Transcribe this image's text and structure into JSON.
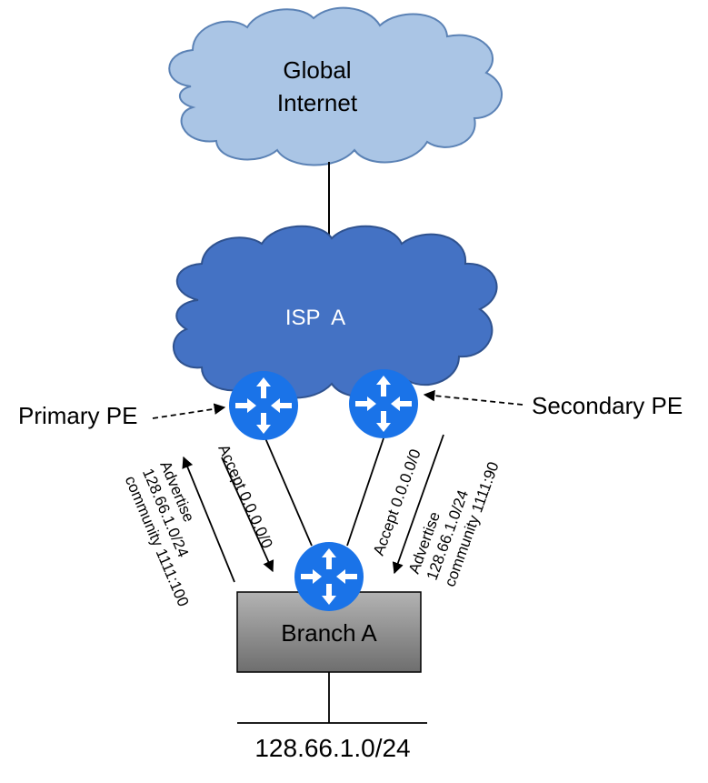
{
  "clouds": {
    "global": {
      "line1": "Global",
      "line2": "Internet",
      "fill": "#aac5e5",
      "stroke": "#5b82b5"
    },
    "isp": {
      "label": "ISP  A",
      "fill": "#4472c4",
      "stroke": "#2f528f"
    }
  },
  "routers": {
    "fill": "#1a73e8",
    "icon": "router-icon"
  },
  "labels": {
    "primary_pe": "Primary PE",
    "secondary_pe": "Secondary PE",
    "branch": "Branch A",
    "network": "128.66.1.0/24"
  },
  "branch_box": {
    "fill": "#8a8a8a"
  },
  "annotations": {
    "left_accept": "Accept 0.0.0.0/0",
    "left_advertise": [
      "Advertise",
      "128.66.1.0/24",
      "community 1111:100"
    ],
    "right_accept": "Accept 0.0.0.0/0",
    "right_advertise": [
      "Advertise",
      "128.66.1.0/24",
      "community 1111:90"
    ]
  }
}
